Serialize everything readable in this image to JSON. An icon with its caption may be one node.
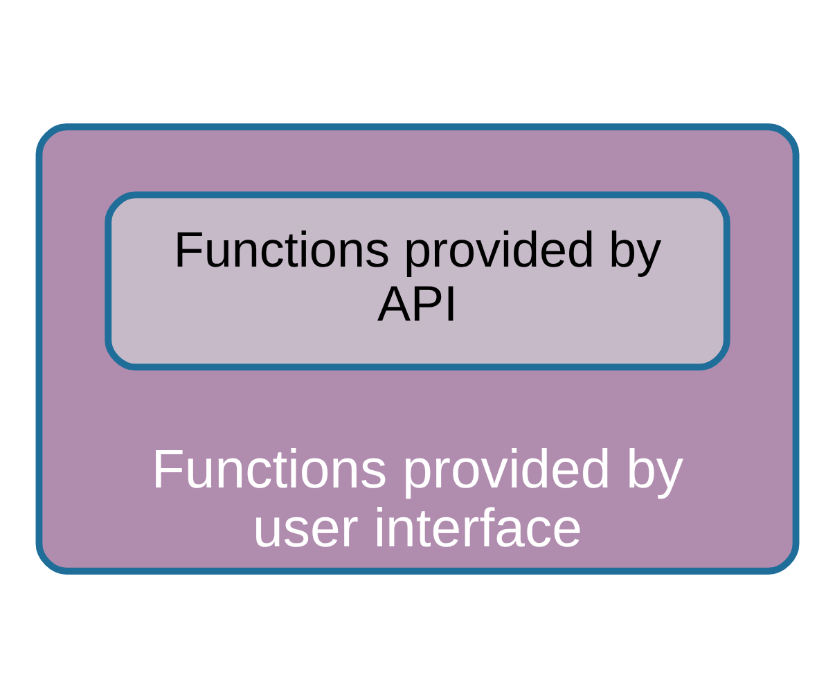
{
  "diagram": {
    "nodes": [
      {
        "text": [
          "Functions provided by user interface"
        ]
      },
      {
        "text": [
          "Functions provided by API"
        ],
        "in": 0
      }
    ]
  }
}
